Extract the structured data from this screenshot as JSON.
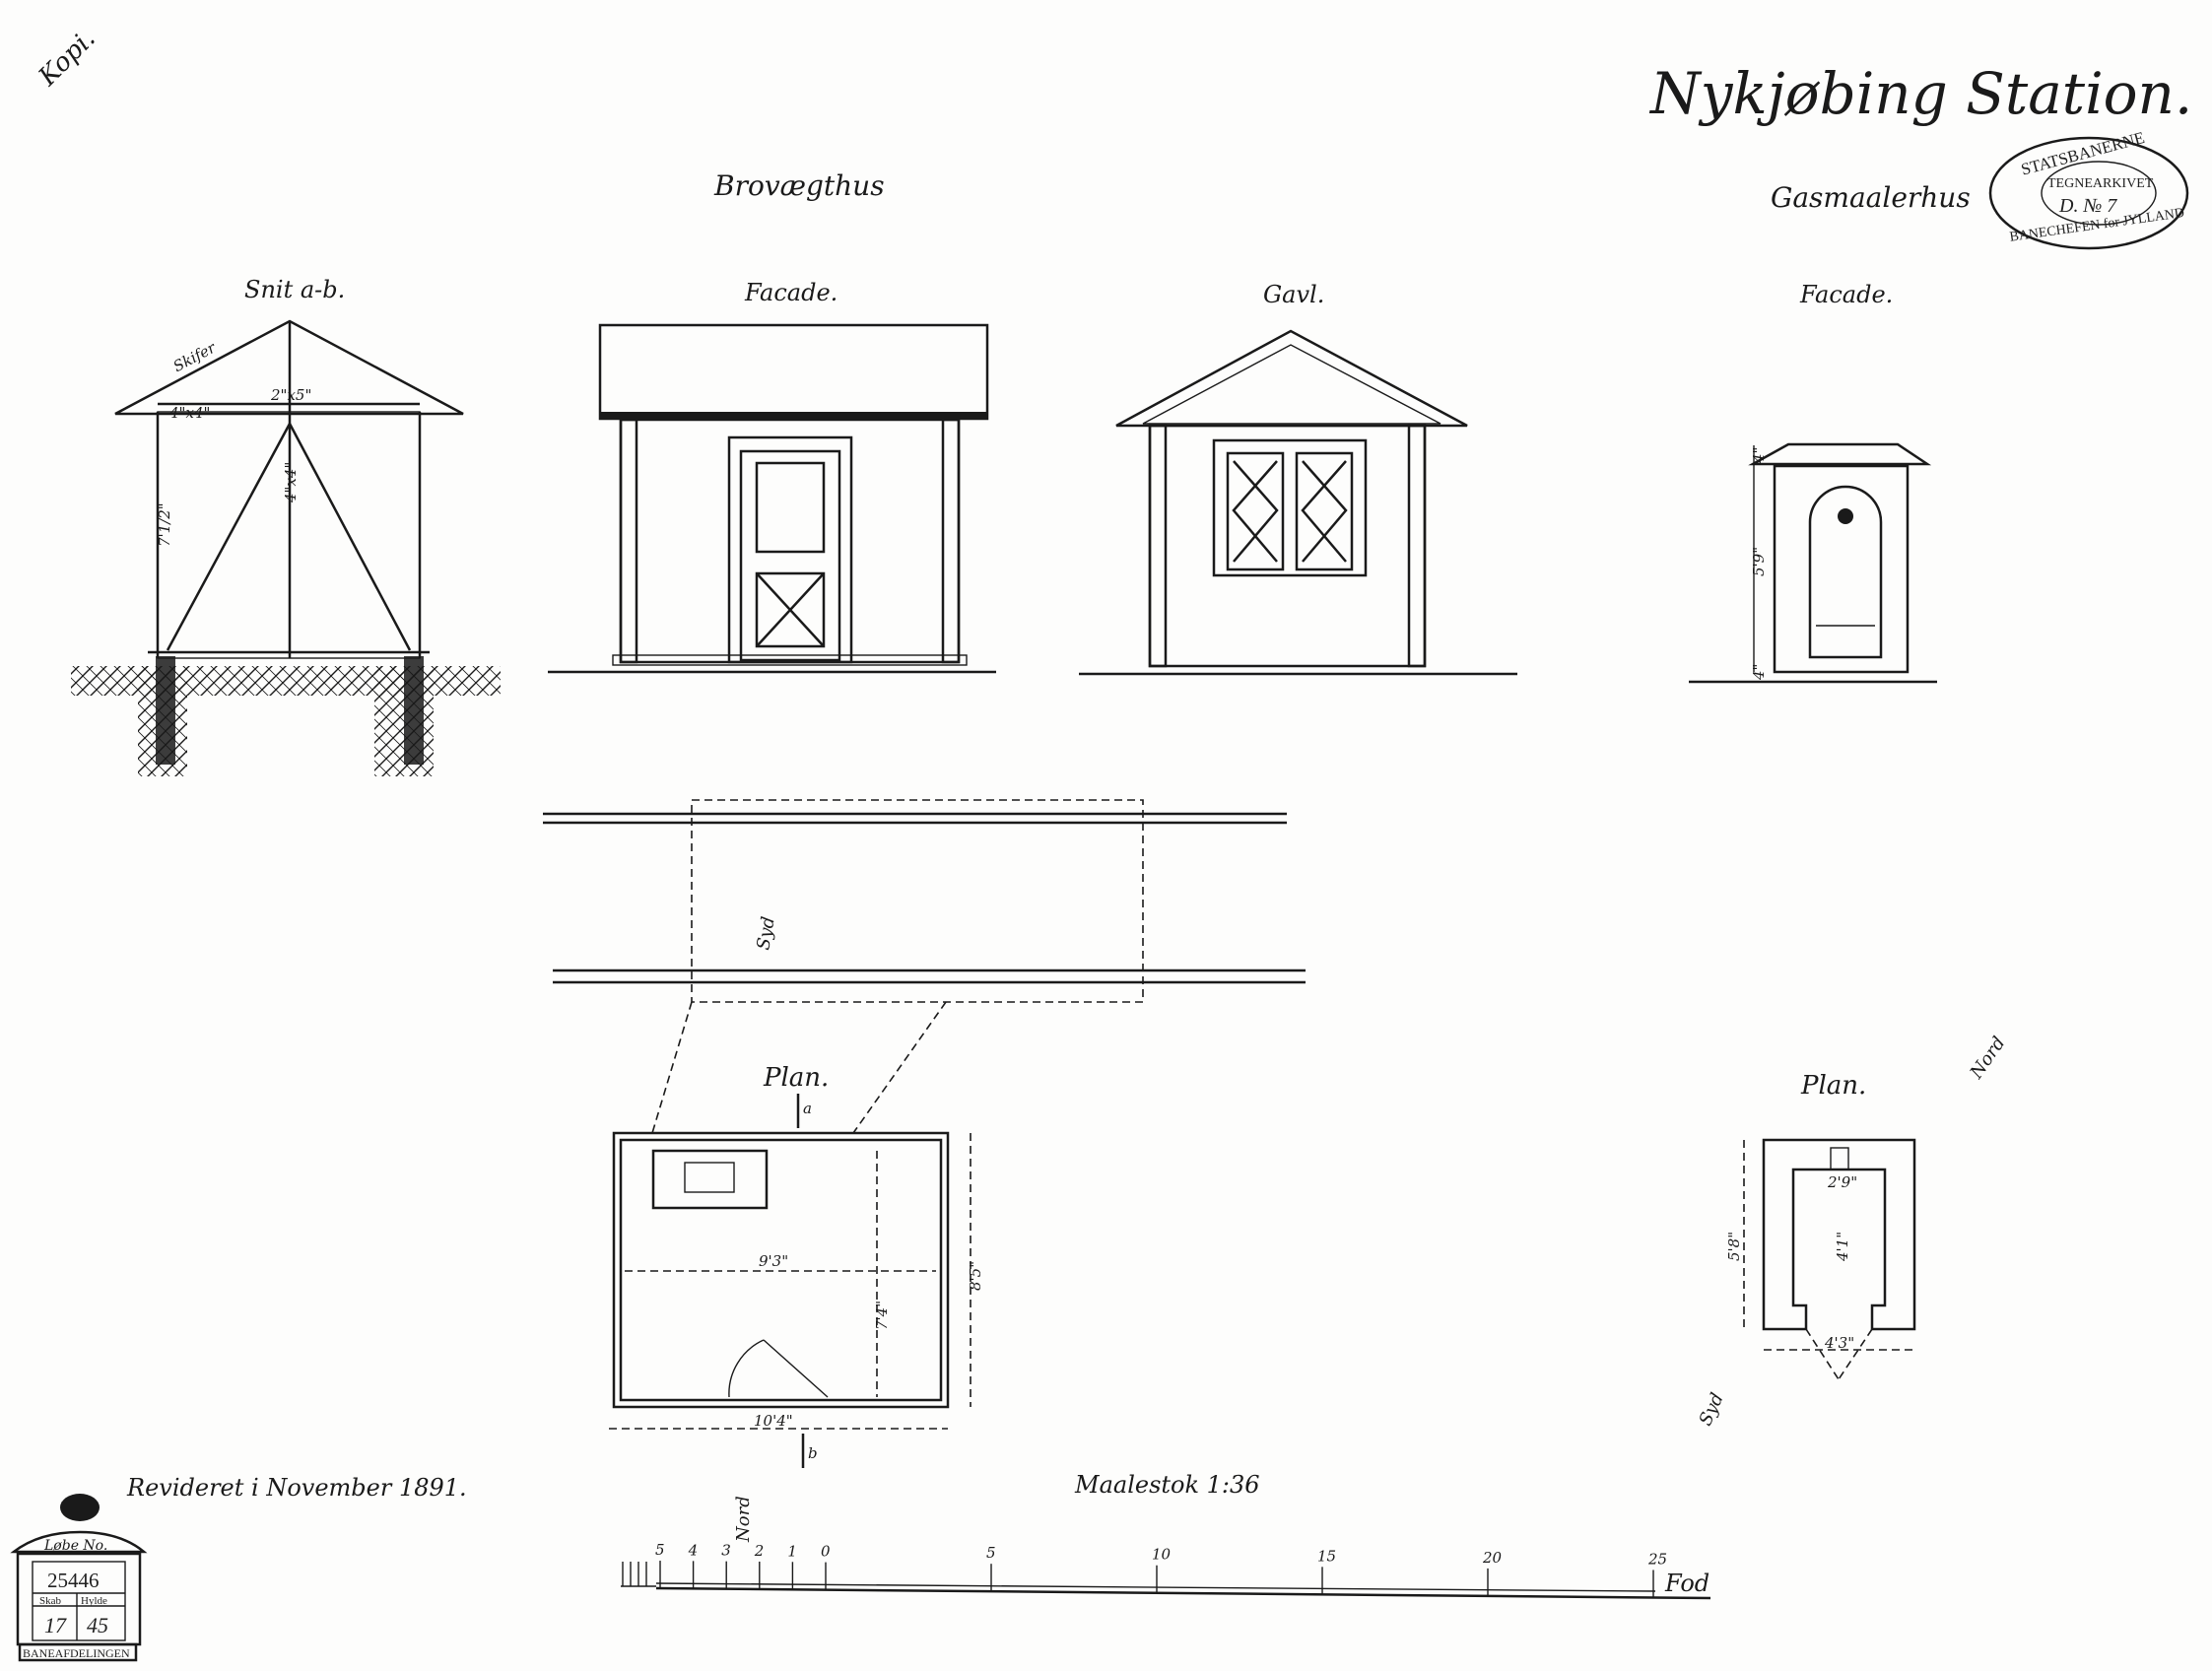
{
  "title": "Nykjøbing Station.",
  "copy_mark": "Kopi.",
  "buildings": {
    "brovaegthus": {
      "heading": "Brovægthus",
      "section_label": "Snit a-b.",
      "facade_label": "Facade.",
      "gable_label": "Gavl.",
      "plan_label": "Plan.",
      "section_notes": [
        "Skifer",
        "2\"x5\"",
        "4\"x4\"",
        "7'1/2\"",
        "4\"x4\""
      ],
      "plan_dimensions": [
        "9'3\"",
        "7'4\"",
        "8'5\"",
        "10'4\""
      ],
      "section_markers": [
        "a",
        "b"
      ],
      "orientation": [
        "Syd",
        "Nord"
      ]
    },
    "gasmaalerhus": {
      "heading": "Gasmaalerhus",
      "facade_label": "Facade.",
      "plan_label": "Plan.",
      "facade_dimensions": [
        "5'9\"",
        "4\"",
        "4\""
      ],
      "plan_dimensions": [
        "2'9\"",
        "4'1\"",
        "5'8\"",
        "4'3\""
      ],
      "orientation": [
        "Nord",
        "Syd"
      ]
    }
  },
  "revision_note": "Revideret i November 1891.",
  "scale": {
    "label": "Maalestok 1:36",
    "ticks": [
      "5",
      "4",
      "3",
      "2",
      "1",
      "0",
      "5",
      "10",
      "15",
      "20",
      "25"
    ],
    "unit": "Fod"
  },
  "archive_stamp": {
    "outer_top": "STATSBANERNE",
    "inner_line1": "TEGNEARKIVET",
    "inner_line2": "D. № 7",
    "outer_bottom": "BANECHEFEN for JYLLAND"
  },
  "registry_label": {
    "header": "Løbe No.",
    "number": "25446",
    "col1_header": "Skab",
    "col2_header": "Hylde",
    "col1_value": "17",
    "col2_value": "45",
    "footer": "BANEAFDELINGEN"
  },
  "colors": {
    "ink": "#1a1a1a",
    "paper": "#fdfdfc"
  }
}
